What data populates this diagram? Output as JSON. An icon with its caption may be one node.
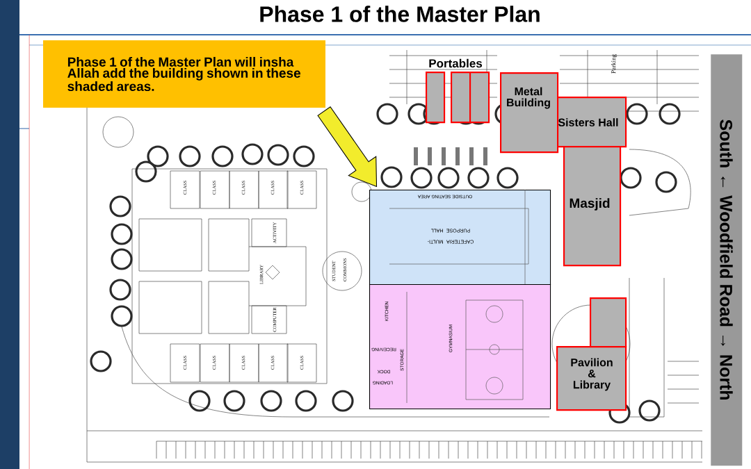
{
  "diagram": {
    "title": "Phase 1 of the Master Plan",
    "nodes": [
      {
        "text": [
          "Phase 1 of the Master Plan will insha Allah add the building shown in these shaded areas."
        ]
      },
      {
        "text": [],
        "shape": "box"
      },
      {
        "text": [],
        "shape": "box"
      },
      {
        "text": [],
        "shape": "box"
      },
      {
        "text": [
          "Metal Building"
        ]
      },
      {
        "text": [
          "Sisters Hall"
        ]
      },
      {
        "text": [
          "Masjid"
        ]
      },
      {
        "text": [],
        "shape": "box"
      },
      {
        "text": [
          "Pavilion & Library"
        ]
      },
      {
        "text": [
          "OUTSIDE SEATING AREA",
          "CAFETERIA MULTI-PURPOSE HALL"
        ]
      },
      {
        "text": [
          "KITCHEN",
          "RECEIVING",
          "STORAGE",
          "LOADING DOCK",
          "GYMNASIUM"
        ]
      },
      {
        "text": [
          "South ← Woodfield Road → North"
        ]
      }
    ],
    "edges": [
      {
        "from": 0,
        "to": 9,
        "arrow": "to",
        "style": "thick",
        "color": "#f2ec2c"
      }
    ],
    "labels": [
      "Portables",
      "Parking",
      "CLASS",
      "CLASS",
      "CLASS",
      "CLASS",
      "CLASS",
      "ACTIVITY",
      "LIBRARY",
      "STUDENT COMMONS",
      "COMPUTER",
      "CLASS",
      "CLASS",
      "CLASS",
      "CLASS",
      "CLASS"
    ]
  }
}
